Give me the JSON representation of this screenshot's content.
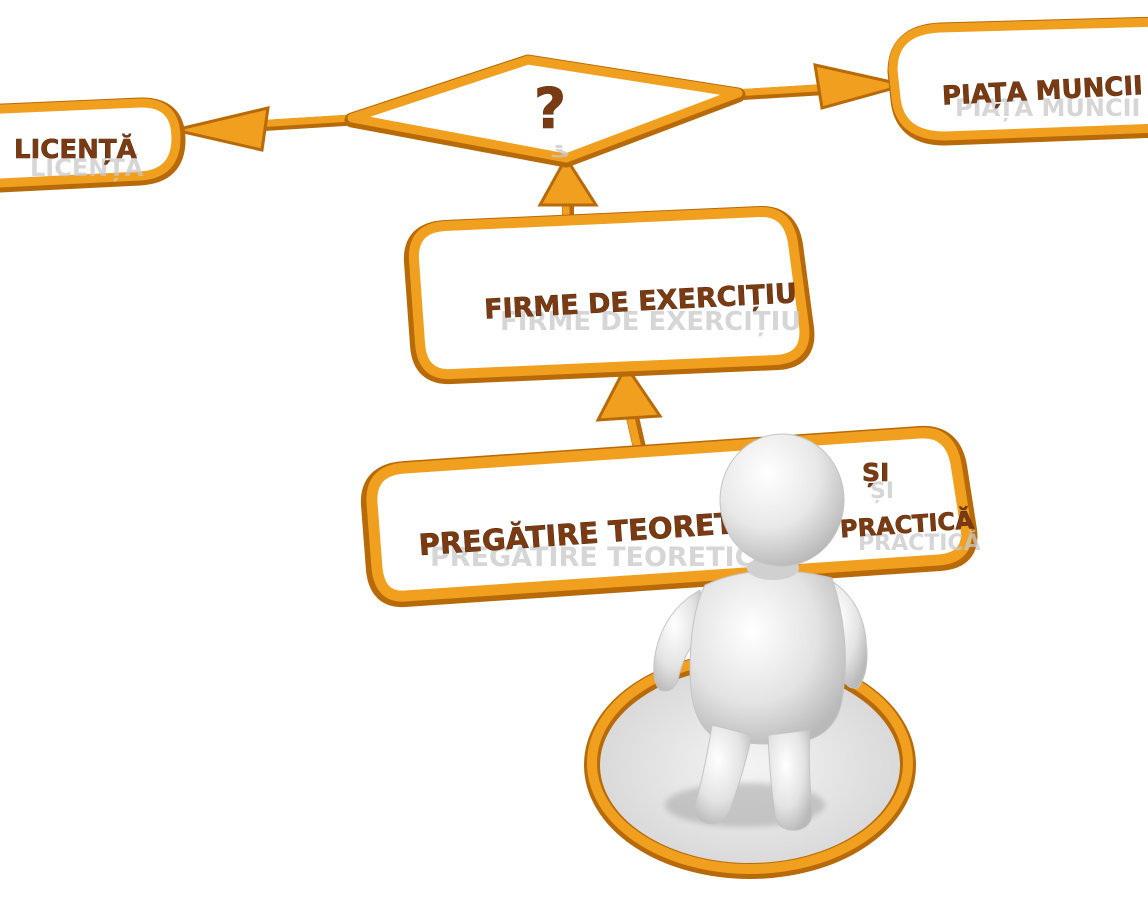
{
  "nodes": {
    "licenta": "LICENȚĂ",
    "decision": "?",
    "piata": "PIAȚA MUNCII",
    "firme": "FIRME DE EXERCIȚIU",
    "pregatire": "PREGĂTIRE TEORETICĂ",
    "si": "ȘI",
    "practica": "PRACTICĂ"
  },
  "colors": {
    "frame": "#f0a01e",
    "frame_dark": "#b86a08",
    "text": "#7a3a12",
    "figure": "#e6e6e6"
  }
}
